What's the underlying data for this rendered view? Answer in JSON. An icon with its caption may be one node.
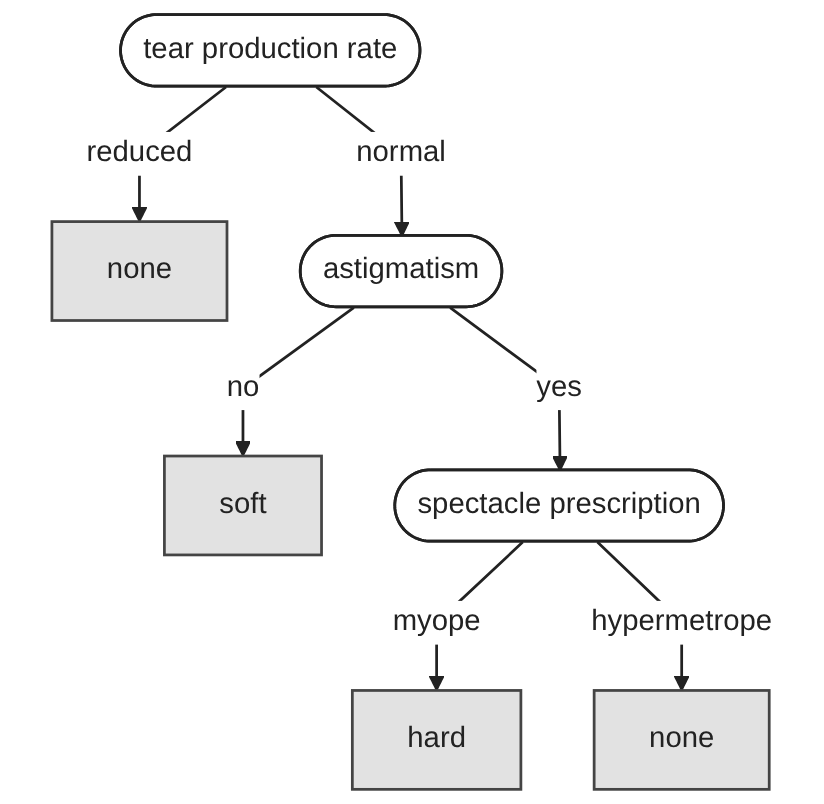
{
  "diagram": {
    "nodes": [
      {
        "text": [
          "tear production rate"
        ]
      },
      {
        "text": [
          "none"
        ]
      },
      {
        "text": [
          "astigmatism"
        ]
      },
      {
        "text": [
          "soft"
        ]
      },
      {
        "text": [
          "spectacle prescription"
        ]
      },
      {
        "text": [
          "hard"
        ]
      },
      {
        "text": [
          "none"
        ]
      }
    ],
    "edges": [
      {
        "from": 0,
        "to": 1,
        "arrow": "to",
        "label": "reduced"
      },
      {
        "from": 0,
        "to": 2,
        "arrow": "to",
        "label": "normal"
      },
      {
        "from": 2,
        "to": 3,
        "arrow": "to",
        "label": "no"
      },
      {
        "from": 2,
        "to": 4,
        "arrow": "to",
        "label": "yes"
      },
      {
        "from": 4,
        "to": 5,
        "arrow": "to",
        "label": "myope"
      },
      {
        "from": 4,
        "to": 6,
        "arrow": "to",
        "label": "hypermetrope"
      }
    ]
  }
}
